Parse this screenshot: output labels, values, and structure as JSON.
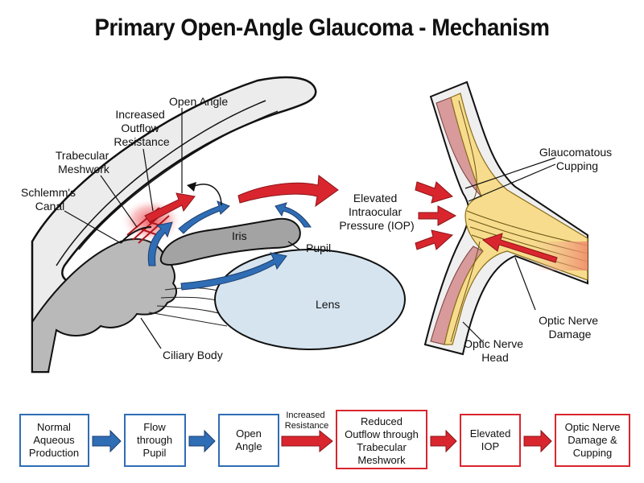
{
  "title": "Primary Open-Angle Glaucoma - Mechanism",
  "colors": {
    "blue": "#2f6db5",
    "red": "#d9262e",
    "iris_gray": "#9e9e9e",
    "lens_blue": "#d6e4ef",
    "nerve_yellow": "#f6dc8c",
    "nerve_pink": "#d89a9a"
  },
  "eye_labels": {
    "open_angle": "Open Angle",
    "increased_outflow_resistance": [
      "Increased",
      "Outflow",
      "Resistance"
    ],
    "trabecular_meshwork": [
      "Trabecular",
      "Meshwork"
    ],
    "schlemms_canal": [
      "Schlemm's",
      "Canal"
    ],
    "iris": "Iris",
    "pupil": "Pupil",
    "lens": "Lens",
    "ciliary_body": "Ciliary Body",
    "elevated_iop": [
      "Elevated",
      "Intraocular",
      "Pressure (IOP)"
    ]
  },
  "nerve_labels": {
    "glaucomatous_cupping": [
      "Glaucomatous",
      "Cupping"
    ],
    "optic_nerve_damage": [
      "Optic Nerve",
      "Damage"
    ],
    "optic_nerve_head": [
      "Optic Nerve",
      "Head"
    ]
  },
  "flow": {
    "steps": [
      {
        "lines": [
          "Normal",
          "Aqueous",
          "Production"
        ],
        "status": "normal"
      },
      {
        "lines": [
          "Flow",
          "through",
          "Pupil"
        ],
        "status": "normal"
      },
      {
        "lines": [
          "Open",
          "Angle"
        ],
        "status": "normal"
      },
      {
        "lines": [
          "Reduced",
          "Outflow through",
          "Trabecular",
          "Meshwork"
        ],
        "status": "abnormal"
      },
      {
        "lines": [
          "Elevated",
          "IOP"
        ],
        "status": "abnormal"
      },
      {
        "lines": [
          "Optic Nerve",
          "Damage &",
          "Cupping"
        ],
        "status": "abnormal"
      }
    ],
    "arrow_note": [
      "Increased",
      "Resistance"
    ]
  }
}
